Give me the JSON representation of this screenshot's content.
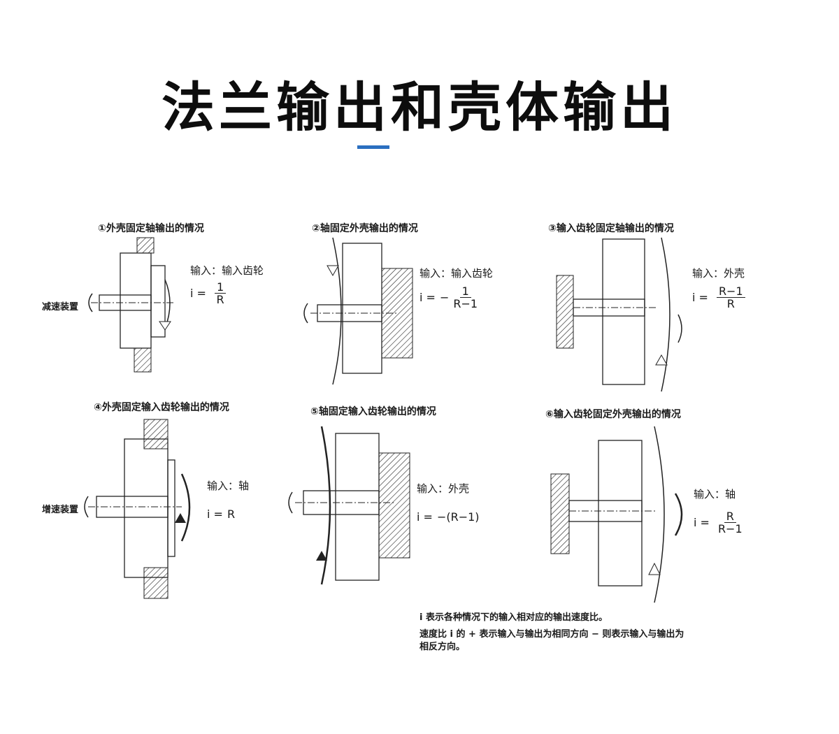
{
  "title": "法兰输出和壳体输出",
  "colors": {
    "accent": "#2b6fc0",
    "line": "#222222"
  },
  "side_labels": {
    "reduce": "减速装置",
    "increase": "增速装置"
  },
  "cases": [
    {
      "title": "①外壳固定轴输出的情况",
      "input": "输入：输入齿轮",
      "i_prefix": "i =",
      "sign": "",
      "num": "1",
      "den": "R",
      "plain": ""
    },
    {
      "title": "②轴固定外壳输出的情况",
      "input": "输入：输入齿轮",
      "i_prefix": "i =",
      "sign": "−",
      "num": "1",
      "den": "R−1",
      "plain": ""
    },
    {
      "title": "③输入齿轮固定轴输出的情况",
      "input": "输入：外壳",
      "i_prefix": "i =",
      "sign": "",
      "num": "R−1",
      "den": "R",
      "plain": ""
    },
    {
      "title": "④外壳固定输入齿轮输出的情况",
      "input": "输入：轴",
      "i_prefix": "i =",
      "sign": "",
      "num": "",
      "den": "",
      "plain": "R"
    },
    {
      "title": "⑤轴固定输入齿轮输出的情况",
      "input": "输入：外壳",
      "i_prefix": "i =",
      "sign": "",
      "num": "",
      "den": "",
      "plain": "−(R−1)"
    },
    {
      "title": "⑥输入齿轮固定外壳输出的情况",
      "input": "输入：轴",
      "i_prefix": "i =",
      "sign": "",
      "num": "R",
      "den": "R−1",
      "plain": ""
    }
  ],
  "notes": [
    "i 表示各种情况下的输入相对应的输出速度比。",
    "速度比 i 的 + 表示输入与输出为相同方向 − 则表示输入与输出为",
    "相反方向。"
  ]
}
